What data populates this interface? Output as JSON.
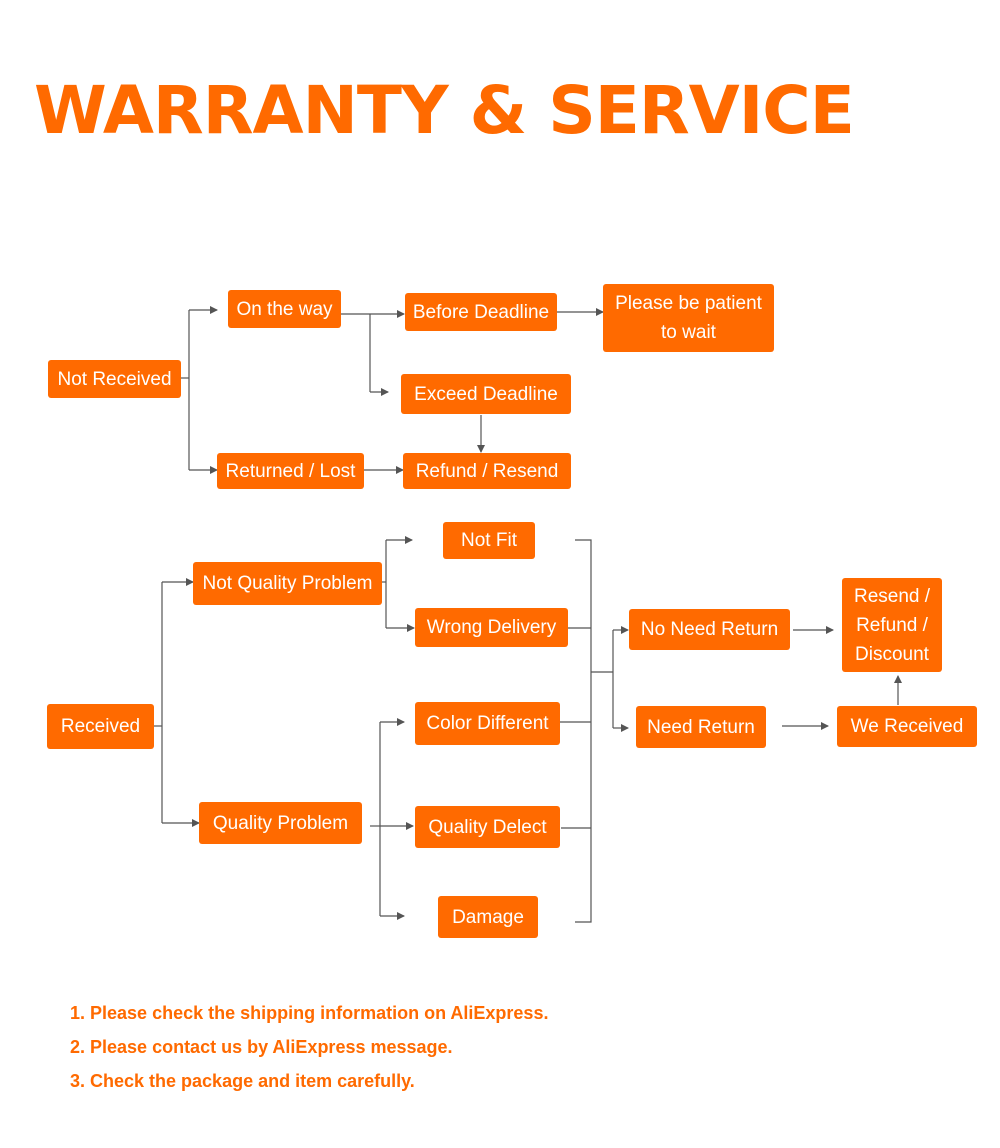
{
  "title": "WARRANTY & SERVICE",
  "colors": {
    "accent": "#ff6a00",
    "line": "#555555",
    "background": "#ffffff"
  },
  "flow": {
    "not_received": "Not Received",
    "on_the_way": "On the way",
    "before_deadline": "Before Deadline",
    "please_wait": "Please be patient to wait",
    "exceed_deadline": "Exceed Deadline",
    "returned_lost": "Returned / Lost",
    "refund_resend": "Refund / Resend",
    "received": "Received",
    "not_quality_problem": "Not Quality Problem",
    "quality_problem": "Quality Problem",
    "not_fit": "Not Fit",
    "wrong_delivery": "Wrong Delivery",
    "color_different": "Color Different",
    "quality_defect": "Quality Delect",
    "damage": "Damage",
    "no_need_return": "No Need Return",
    "need_return": "Need Return",
    "resend_refund_discount": "Resend / Refund / Discount",
    "we_received": "We Received"
  },
  "notes": [
    "1. Please check the shipping information on AliExpress.",
    "2. Please contact us by AliExpress message.",
    "3. Check the package and item carefully."
  ]
}
